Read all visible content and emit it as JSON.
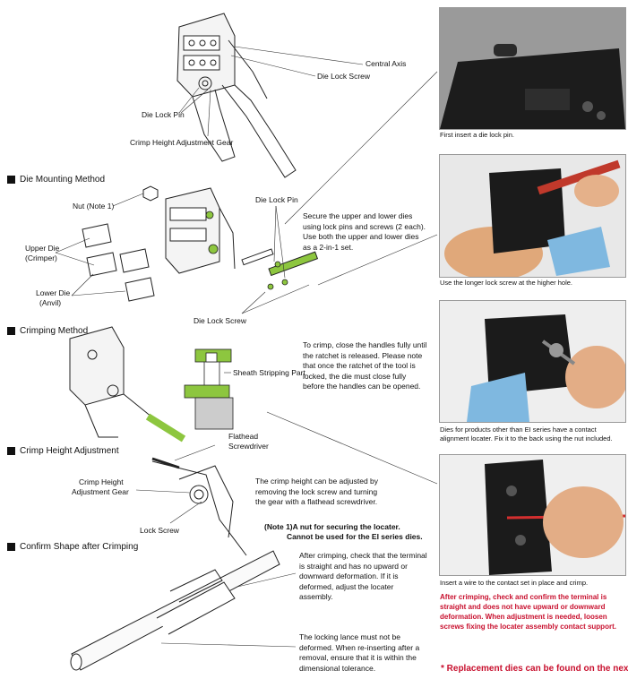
{
  "top_diagram": {
    "central_axis": "Central Axis",
    "die_lock_screw": "Die Lock Screw",
    "die_lock_pin": "Die Lock Pin",
    "crimp_height_gear": "Crimp Height Adjustment Gear"
  },
  "die_mounting": {
    "title": "Die Mounting Method",
    "nut": "Nut (Note 1)",
    "upper_die_1": "Upper Die",
    "upper_die_2": "(Crimper)",
    "lower_die_1": "Lower Die",
    "lower_die_2": "(Anvil)",
    "die_lock_pin": "Die Lock Pin",
    "die_lock_screw": "Die Lock Screw",
    "text": "Secure the upper and lower dies using lock pins and screws (2 each). Use both the upper and lower dies as a 2-in-1 set."
  },
  "crimping": {
    "title": "Crimping Method",
    "sheath": "Sheath Stripping Part",
    "text": "To crimp, close the handles fully until the ratchet is released. Please note that once the ratchet of the tool is locked, the die must close fully before the handles can be opened."
  },
  "crimp_height": {
    "title": "Crimp Height Adjustment",
    "flathead_1": "Flathead",
    "flathead_2": "Screwdriver",
    "gear_1": "Crimp Height",
    "gear_2": "Adjustment Gear",
    "lock_screw": "Lock Screw",
    "text": "The crimp height can be adjusted by removing the lock screw and turning the gear with a flathead screwdriver."
  },
  "note1": {
    "line1": "(Note 1)A nut for securing the locater.",
    "line2": "Cannot be used for the EI series dies."
  },
  "confirm": {
    "title": "Confirm Shape after Crimping",
    "text1": "After crimping, check that the terminal is straight and has no upward or downward deformation. If it is deformed, adjust the locater assembly.",
    "text2": "The locking lance must not be deformed. When re-inserting after a removal, ensure that it is within the dimensional tolerance."
  },
  "photos": {
    "cap1": "First insert a die lock pin.",
    "cap2": "Use the longer lock screw at the higher hole.",
    "cap3": "Dies for products other than EI series have a contact alignment locater. Fix it to the back using the nut included.",
    "cap4": "Insert a wire to the contact set in place and crimp."
  },
  "red_note": "After crimping, check and confirm the terminal is straight and does not have upward or downward deformation. When adjustment is needed, loosen screws fixing the locater assembly contact support.",
  "footer": "* Replacement dies can be found on the next page.",
  "colors": {
    "accent_red": "#c8102e",
    "die_green": "#8dc63f",
    "handle_blue": "#7fb8e0"
  }
}
